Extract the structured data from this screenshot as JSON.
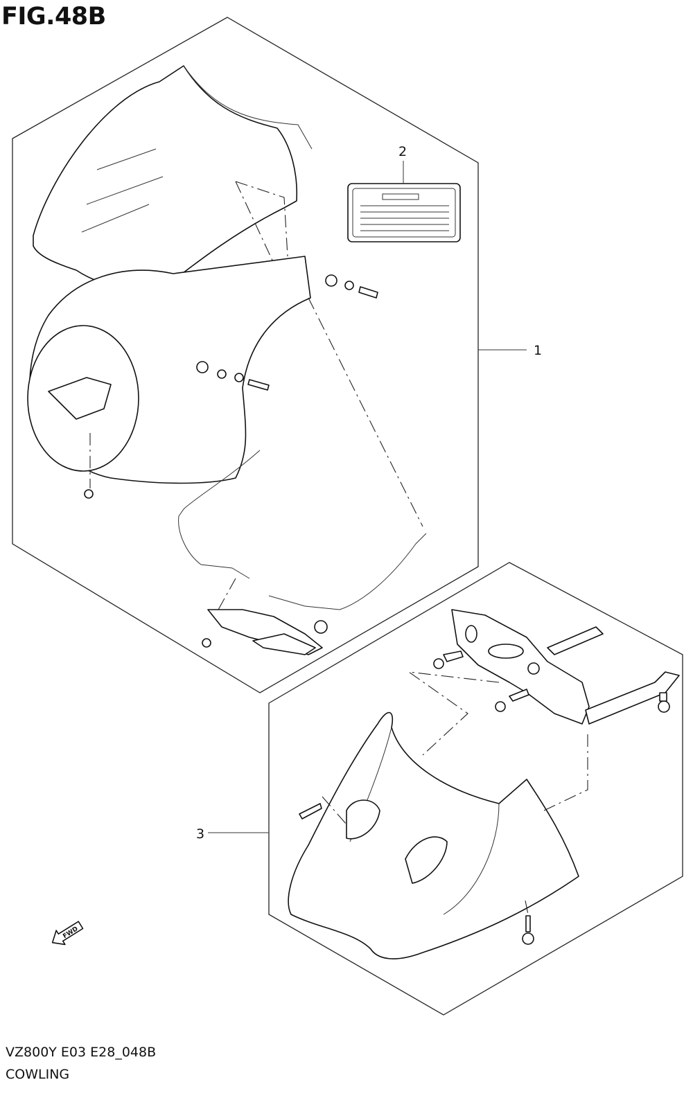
{
  "figure": {
    "title": "FIG.48B",
    "code": "VZ800Y E03 E28_048B",
    "name": "COWLING"
  },
  "callouts": [
    {
      "number": "1"
    },
    {
      "number": "2"
    },
    {
      "number": "3"
    }
  ],
  "fwd_label": "FWD"
}
